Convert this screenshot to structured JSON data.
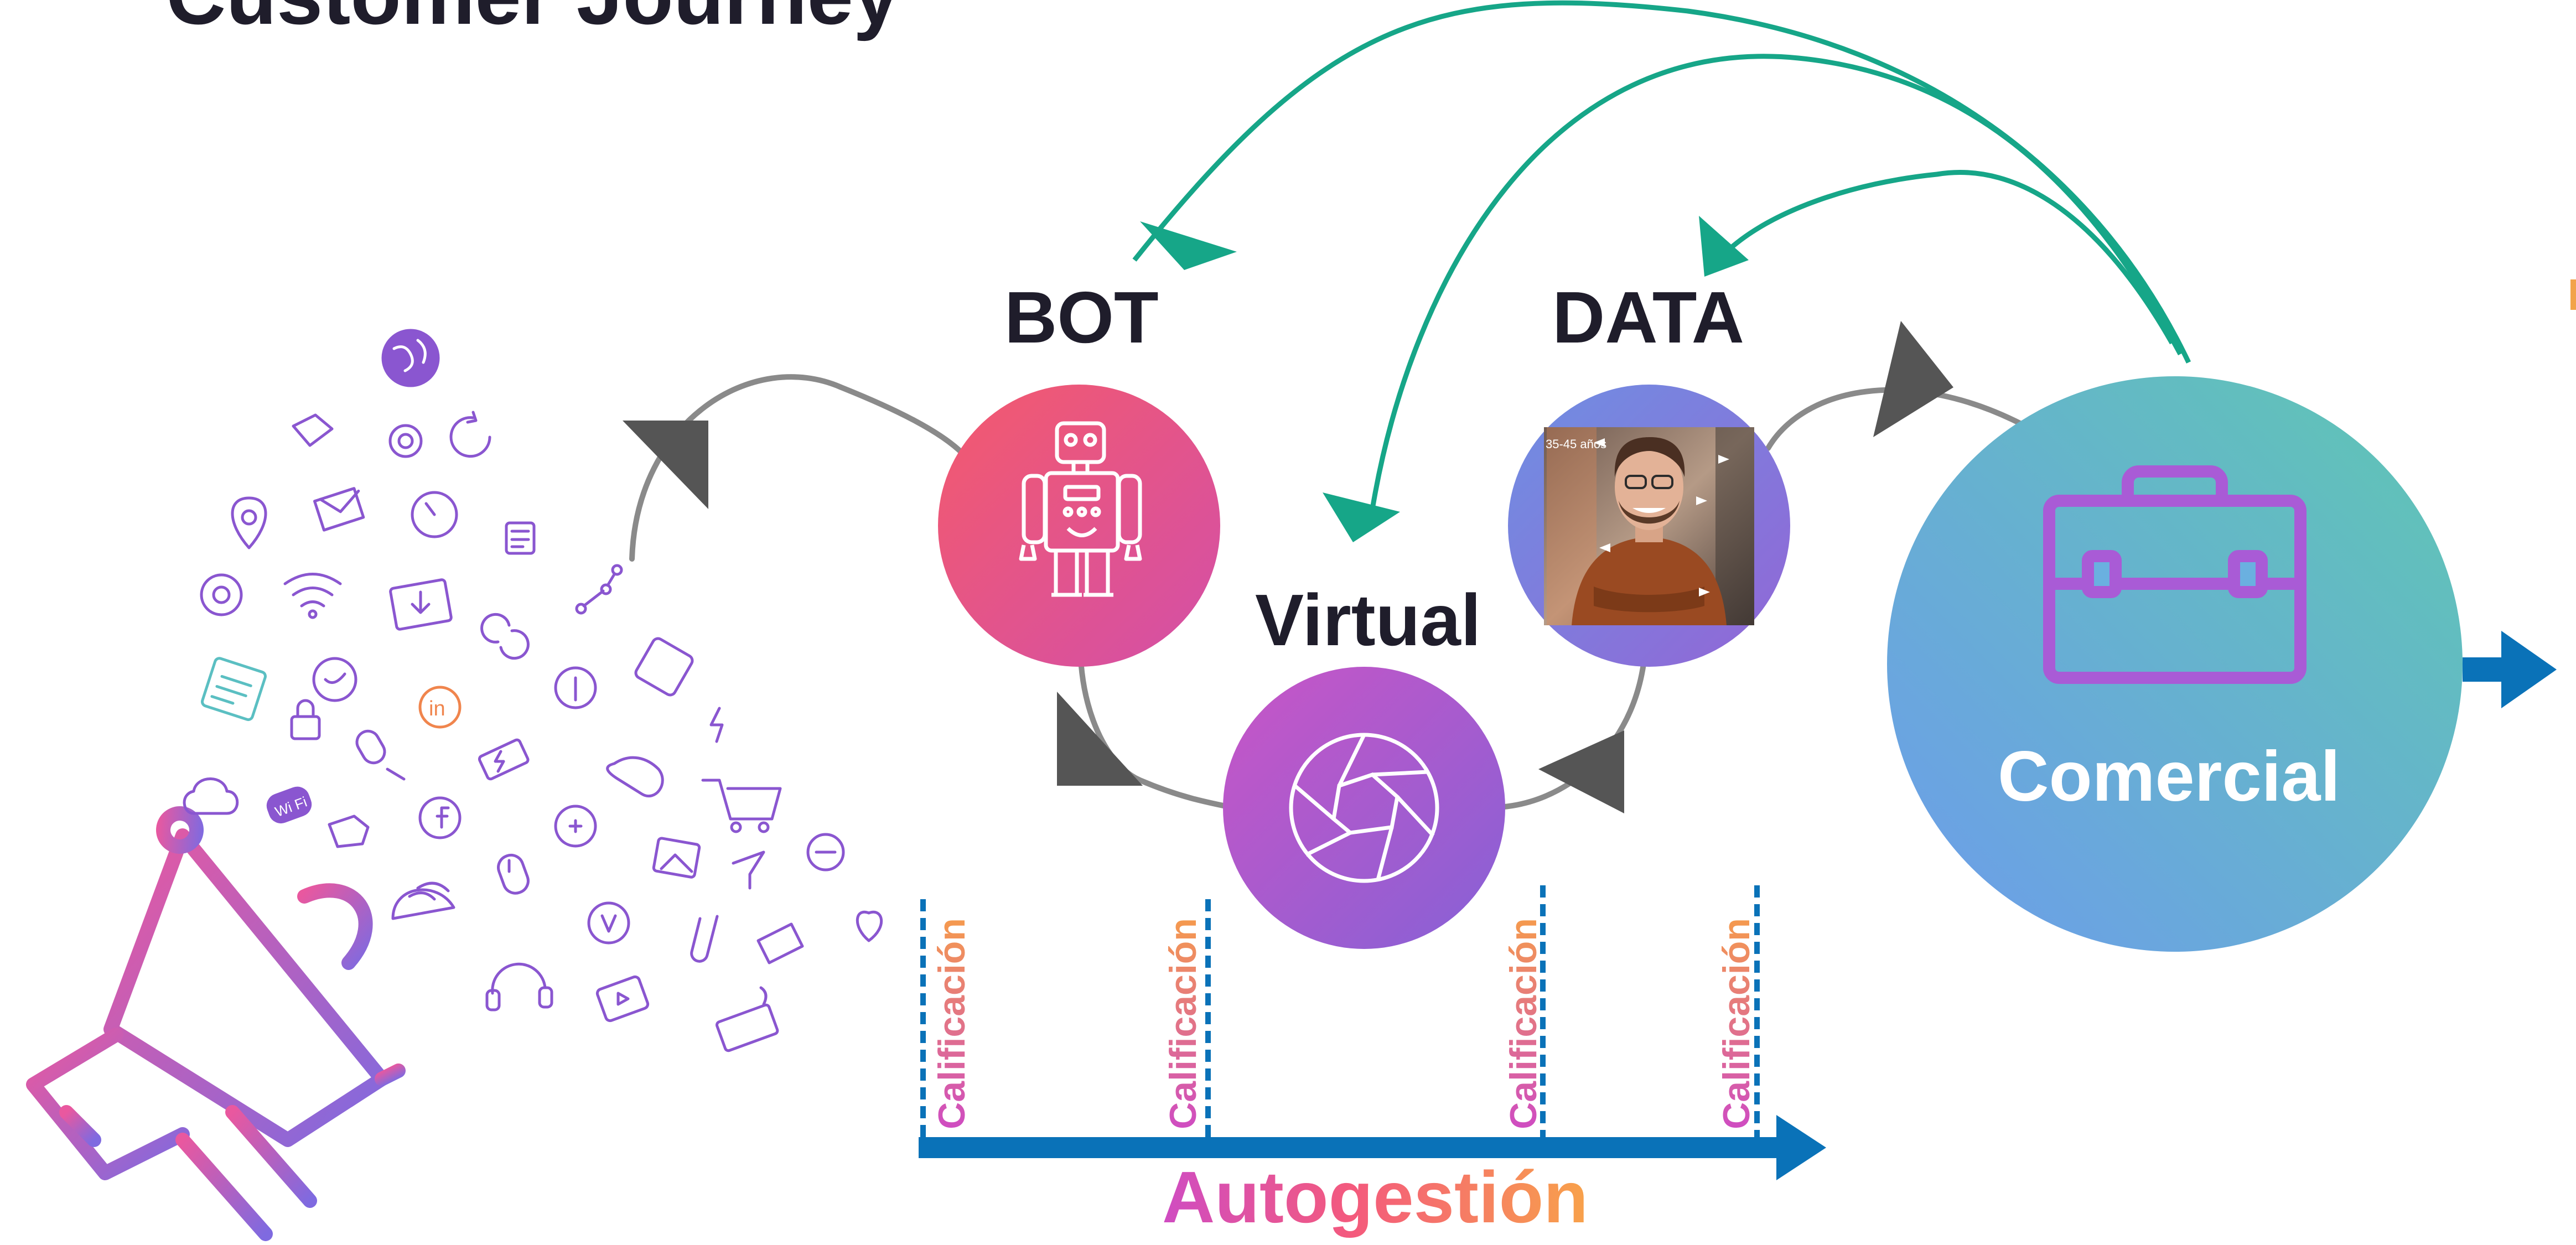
{
  "diagram": {
    "title": "Customer Journey",
    "nodes": {
      "bot": "BOT",
      "virtual": "Virtual",
      "data": "DATA",
      "comercial": "Comercial"
    },
    "calificacion_labels": [
      "Calificación",
      "Calificación",
      "Calificación",
      "Calificación"
    ],
    "timeline_label": "Autogestión",
    "photo_overlay_text": "35-45 años"
  },
  "colors": {
    "bot_gradient": [
      "#f0566f",
      "#d84f9f"
    ],
    "virtual_gradient": [
      "#c356c9",
      "#8e63d6"
    ],
    "data_gradient": [
      "#6f8be0",
      "#8f6bd8"
    ],
    "comercial_gradient": [
      "#5fc2b6",
      "#6aa7e6"
    ],
    "feedback_arrow": "#16a688",
    "timeline_arrow": "#0a72b8",
    "cycle_stroke": "#858585",
    "cycle_arrowhead": "#555555",
    "icon_purple": "#8a56d0"
  },
  "icons": [
    "robot-icon",
    "camera-shutter-icon",
    "briefcase-icon",
    "megaphone-icon",
    "person-photo"
  ]
}
